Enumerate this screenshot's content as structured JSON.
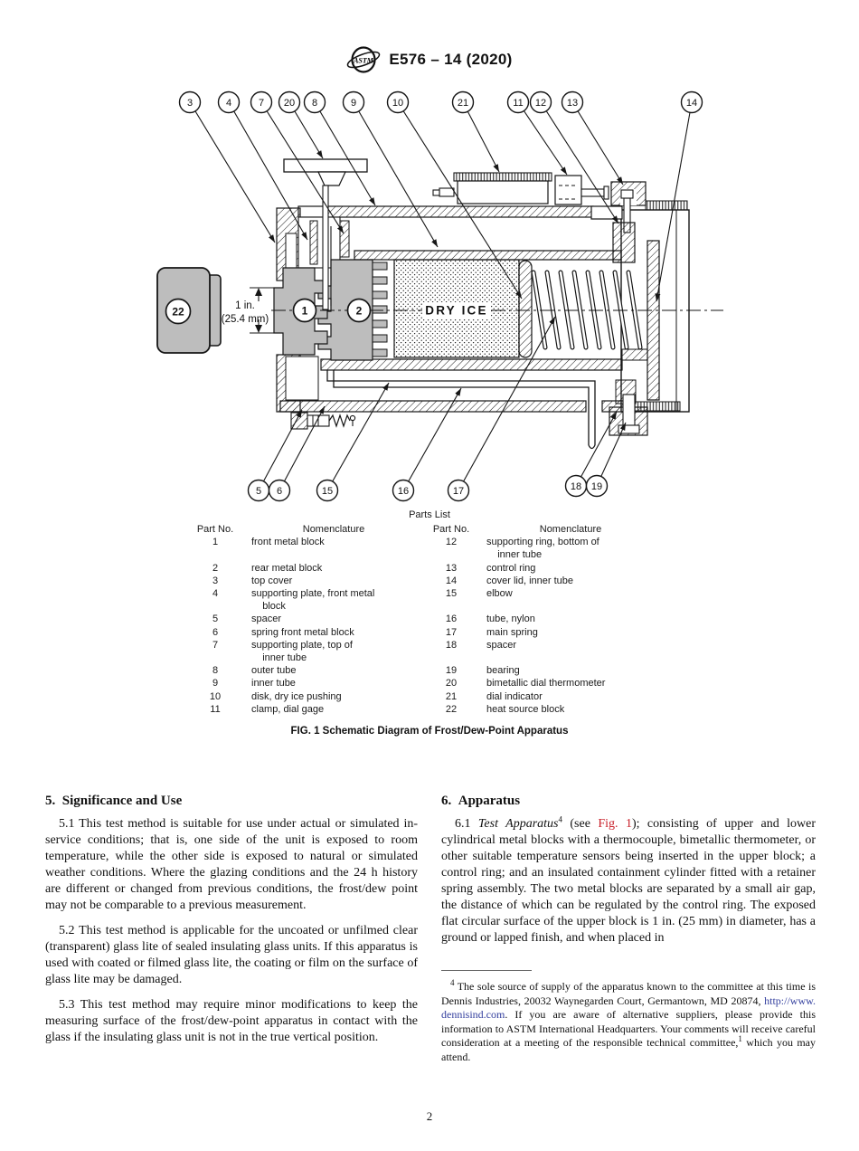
{
  "header": {
    "logo_text": "ASTM",
    "designation": "E576 – 14 (2020)"
  },
  "figure": {
    "caption": "FIG. 1 Schematic Diagram of Frost/Dew-Point Apparatus",
    "dry_ice_label": "DRY ICE",
    "dim": {
      "line1": "1 in.",
      "line2": "(25.4 mm)"
    },
    "callouts_top": [
      "3",
      "4",
      "7",
      "20",
      "8",
      "9",
      "10",
      "21",
      "11",
      "12",
      "13",
      "14"
    ],
    "callouts_bottom": [
      "5",
      "6",
      "15",
      "16",
      "17",
      "18",
      "19"
    ],
    "callouts_inner": [
      "1",
      "2",
      "22"
    ]
  },
  "parts_list": {
    "title": "Parts List",
    "col_headers": [
      "Part No.",
      "Nomenclature",
      "Part No.",
      "Nomenclature"
    ],
    "rows": [
      {
        "l_no": "1",
        "l_name": "front metal block",
        "r_no": "12",
        "r_name": "supporting ring, bottom of\n    inner tube"
      },
      {
        "l_no": "2",
        "l_name": "rear metal block",
        "r_no": "13",
        "r_name": "control ring"
      },
      {
        "l_no": "3",
        "l_name": "top cover",
        "r_no": "14",
        "r_name": "cover lid, inner tube"
      },
      {
        "l_no": "4",
        "l_name": "supporting plate, front metal\n    block",
        "r_no": "15",
        "r_name": "elbow"
      },
      {
        "l_no": "5",
        "l_name": "spacer",
        "r_no": "16",
        "r_name": "tube, nylon"
      },
      {
        "l_no": "6",
        "l_name": "spring front metal block",
        "r_no": "17",
        "r_name": "main spring"
      },
      {
        "l_no": "7",
        "l_name": "supporting plate, top of\n    inner tube",
        "r_no": "18",
        "r_name": "spacer"
      },
      {
        "l_no": "8",
        "l_name": "outer tube",
        "r_no": "19",
        "r_name": "bearing"
      },
      {
        "l_no": "9",
        "l_name": "inner tube",
        "r_no": "20",
        "r_name": "bimetallic dial thermometer"
      },
      {
        "l_no": "10",
        "l_name": "disk, dry ice pushing",
        "r_no": "21",
        "r_name": "dial indicator"
      },
      {
        "l_no": "11",
        "l_name": "clamp, dial gage",
        "r_no": "22",
        "r_name": "heat source block"
      }
    ]
  },
  "sections": {
    "s5": {
      "heading": "5.  Significance and Use",
      "p1": "5.1 This test method is suitable for use under actual or simulated in-service conditions; that is, one side of the unit is exposed to room temperature, while the other side is exposed to natural or simulated weather conditions. Where the glazing conditions and the 24 h history are different or changed from previous conditions, the frost/dew point may not be comparable to a previous measurement.",
      "p2": "5.2 This test method is applicable for the uncoated or unfilmed clear (transparent) glass lite of sealed insulating glass units. If this apparatus is used with coated or filmed glass lite, the coating or film on the surface of glass lite may be damaged.",
      "p3": "5.3 This test method may require minor modifications to keep the measuring surface of the frost/dew-point apparatus in contact with the glass if the insulating glass unit is not in the true vertical position."
    },
    "s6": {
      "heading": "6.  Apparatus",
      "p61": {
        "lead": "6.1 ",
        "italic": "Test Apparatus",
        "sup": "4",
        "mid": " (see ",
        "fig_ref": "Fig. 1",
        "rest": "); consisting of upper and lower cylindrical metal blocks with a thermocouple, bimetallic thermometer, or other suitable temperature sensors being inserted in the upper block; a control ring; and an insulated containment cylinder fitted with a retainer spring assembly. The two metal blocks are separated by a small air gap, the distance of which can be regulated by the control ring. The exposed flat circular surface of the upper block is 1 in. (25 mm) in diameter, has a ground or lapped finish, and when placed in"
      }
    }
  },
  "footnote": {
    "sup": "4",
    "text1": " The sole source of supply of the apparatus known to the committee at this time is Dennis Industries, 20032 Waynegarden Court, Germantown, MD 20874, ",
    "link": "http://www.dennisind.com",
    "text2": ". If you are aware of alternative suppliers, please provide this information to ASTM International Headquarters. Your comments will receive careful consideration at a meeting of the responsible technical committee,",
    "sup2": "1",
    "text3": " which you may attend."
  },
  "page": {
    "number": "2"
  },
  "colors": {
    "accent_red": "#c8202a",
    "link_blue": "#333f9e",
    "block_gray": "#bdbdbd"
  }
}
